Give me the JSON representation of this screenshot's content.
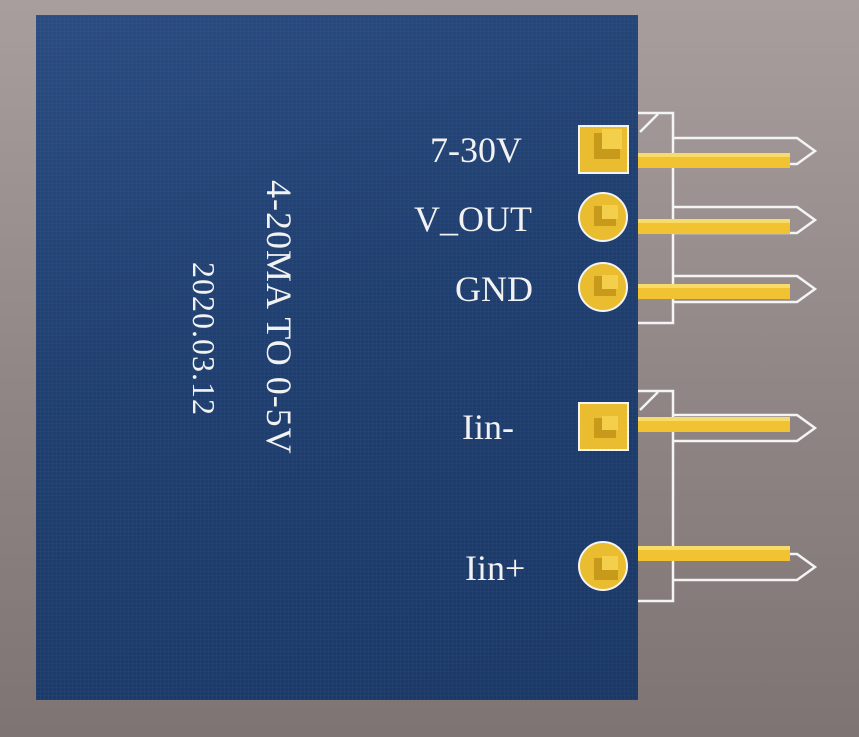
{
  "board": {
    "title": "4-20MA TO 0-5V",
    "date": "2020.03.12",
    "color": "#1f3f70"
  },
  "pins": [
    {
      "label": "7-30V",
      "shape": "square"
    },
    {
      "label": "V_OUT",
      "shape": "round"
    },
    {
      "label": "GND",
      "shape": "round"
    },
    {
      "label": "Iin-",
      "shape": "square"
    },
    {
      "label": "Iin+",
      "shape": "round"
    }
  ],
  "colors": {
    "pad_gold": "#e9bd2f",
    "silkscreen": "#f2f2f2"
  }
}
